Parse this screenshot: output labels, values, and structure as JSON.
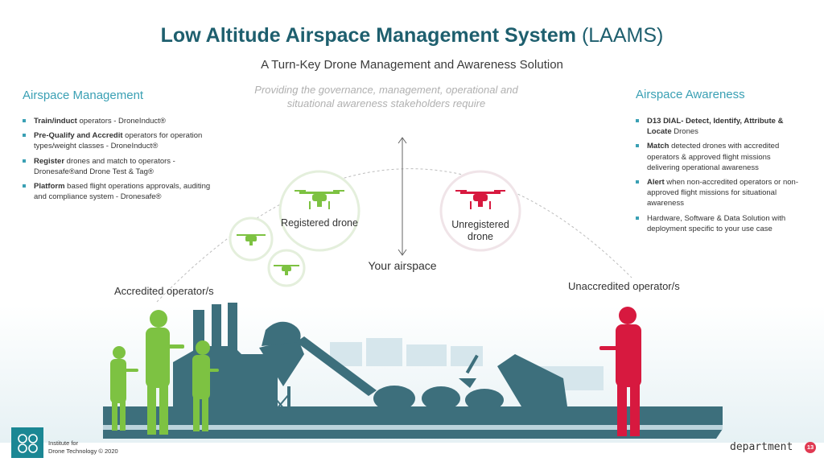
{
  "title": {
    "main": "Low Altitude Airspace Management System",
    "abbr": "(LAAMS)"
  },
  "subtitle": "A Turn-Key Drone Management and Awareness Solution",
  "tagline": "Providing the governance, management, operational and situational awareness stakeholders require",
  "left_panel": {
    "heading": "Airspace Management",
    "items": [
      {
        "bold": "Train/induct",
        "rest": " operators - DroneInduct®"
      },
      {
        "bold": "Pre-Qualify and Accredit",
        "rest": " operators for operation types/weight classes - DroneInduct®"
      },
      {
        "bold": "Register",
        "rest": " drones and match to operators - Dronesafe®and Drone Test & Tag®"
      },
      {
        "bold": "Platform",
        "rest": " based flight operations approvals, auditing and compliance system - Dronesafe®"
      }
    ]
  },
  "right_panel": {
    "heading": "Airspace Awareness",
    "items": [
      {
        "bold": "D13 DIAL- Detect, Identify, Attribute & Locate",
        "rest": " Drones"
      },
      {
        "bold": "Match",
        "rest": " detected drones with accredited operators & approved flight missions delivering operational awareness"
      },
      {
        "bold": "Alert",
        "rest": " when non-accredited operators or non-approved flight missions for situational awareness"
      },
      {
        "bold": "",
        "rest": "Hardware, Software & Data Solution with deployment specific to your use case"
      }
    ]
  },
  "diagram": {
    "registered_label": "Registered drone",
    "unregistered_label": "Unregistered drone",
    "airspace_label": "Your airspace",
    "accredited_label": "Accredited operator/s",
    "unaccredited_label": "Unaccredited operator/s"
  },
  "footer": {
    "institute_line1": "Institute for",
    "institute_line2": "Drone Technology © 2020",
    "brand_name": "department",
    "brand_badge": "13"
  },
  "colors": {
    "title": "#1e5f6e",
    "accent": "#3aa0b4",
    "registered_green": "#7dc242",
    "unregistered_red": "#d7193f",
    "industrial_teal": "#3d6f7c"
  }
}
